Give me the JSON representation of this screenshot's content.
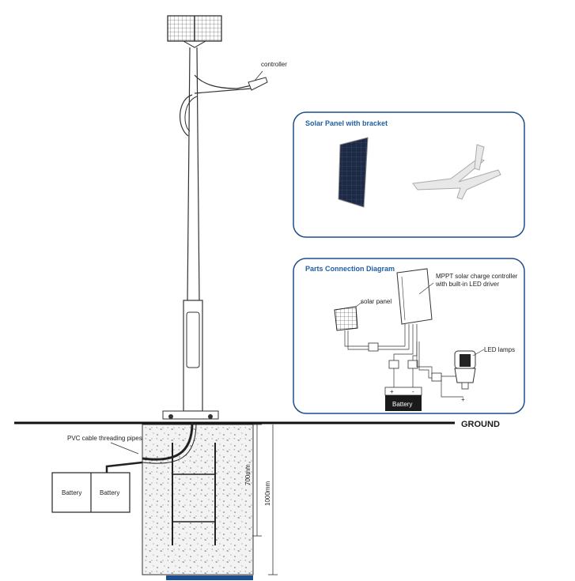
{
  "labels": {
    "controller": "controller",
    "ground": "GROUND",
    "pvc_pipes": "PVC cable threading pipes",
    "battery_1": "Battery",
    "battery_2": "Battery",
    "dim_700": "700mm",
    "dim_1000": "1000mm"
  },
  "solar_box": {
    "title": "Solar Panel with bracket"
  },
  "parts_box": {
    "title": "Parts Connection Diagram",
    "controller_line1": "MPPT solar charge controller",
    "controller_line2": "with built-in LED driver",
    "solar_panel": "solar panel",
    "led_lamps": "LED lamps",
    "battery": "Battery",
    "plus": "+",
    "minus": "-"
  },
  "colors": {
    "box_border": "#1f4e8c",
    "title_blue": "#1f5fa6"
  }
}
